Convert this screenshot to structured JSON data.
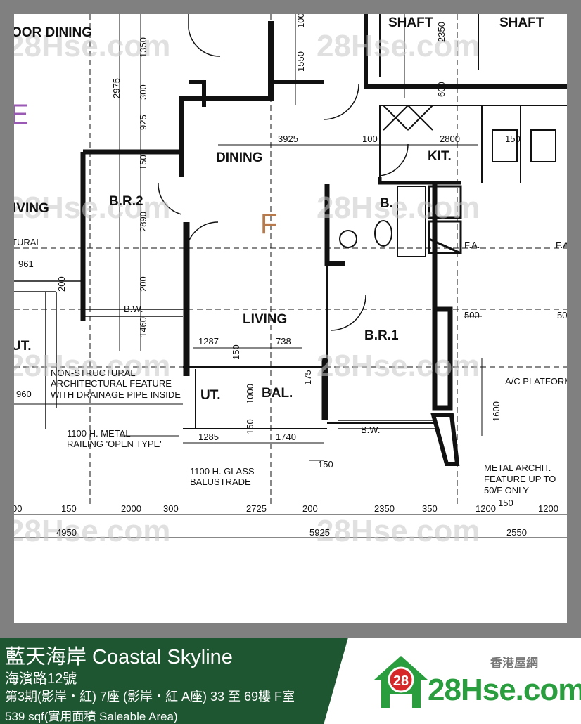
{
  "plan": {
    "unit_letter": "F",
    "adjacent_unit_letter": "E",
    "unit_letter_color": "#b87a4b",
    "adjacent_unit_color": "#9b59b6",
    "rooms": {
      "door_dining": "OOR DINING",
      "dining": "DINING",
      "br2": "B.R.2",
      "living_left": "IVING",
      "living": "LIVING",
      "br1": "B.R.1",
      "kit": "KIT.",
      "bath": "B.",
      "ut": "UT.",
      "ut_left": "UT.",
      "bal": "BAL.",
      "shaft1": "SHAFT",
      "shaft2": "SHAFT",
      "fa1": "F.A.",
      "fa2": "F.A",
      "bw1": "B.W.",
      "bw2": "B.W.",
      "ac_platform": "A/C PLATFORM",
      "structural": "TURAL"
    },
    "notes": {
      "non_structural": [
        "NON-STRUCTURAL",
        "ARCHITECTURAL FEATURE",
        "WITH DRAINAGE PIPE INSIDE"
      ],
      "railing": [
        "1100 H. METAL",
        "RAILING 'OPEN TYPE'"
      ],
      "balustrade": [
        "1100 H. GLASS",
        "BALUSTRADE"
      ],
      "metal_archit": [
        "METAL ARCHIT.",
        "FEATURE UP TO",
        "50/F ONLY"
      ]
    },
    "dimensions": {
      "d3925": "3925",
      "d2800": "2800",
      "d100": "100",
      "d150top": "150",
      "d2975": "2975",
      "d1350": "1350",
      "d300": "300",
      "d925": "925",
      "d150a": "150",
      "d2890": "2890",
      "d200": "200",
      "d1460": "1460",
      "d1550": "1550",
      "d100v": "100",
      "d2350v": "2350",
      "d600": "600",
      "d961": "961",
      "d200h": "200",
      "d960": "960",
      "d1287": "1287",
      "d738": "738",
      "d150b": "150",
      "d175": "175",
      "d1000": "1000",
      "d150c": "150",
      "d1285": "1285",
      "d1740": "1740",
      "d150d": "150",
      "d500": "500",
      "d500b": "50",
      "d1600": "1600",
      "d150e": "150",
      "b_00": "00",
      "b_150": "150",
      "b_2000": "2000",
      "b_300": "300",
      "b_2725": "2725",
      "b_200": "200",
      "b_2350": "2350",
      "b_350": "350",
      "b_1200": "1200",
      "b_1200b": "1200",
      "c_4950": "4950",
      "c_5925": "5925",
      "c_2550": "2550"
    },
    "watermark": "28Hse.com"
  },
  "footer": {
    "title": "藍天海岸 Coastal Skyline",
    "address": "海濱路12號",
    "unit": "第3期(影岸・紅) 7座 (影岸・紅 A座) 33 至 69樓 F室",
    "area": "539 sqf(實用面積 Saleable Area)",
    "logo_cn": "香港屋網",
    "logo_text": "28Hse.com",
    "logo_badge": "28",
    "bg_color": "#1e5631",
    "logo_color": "#2a9d3f"
  }
}
